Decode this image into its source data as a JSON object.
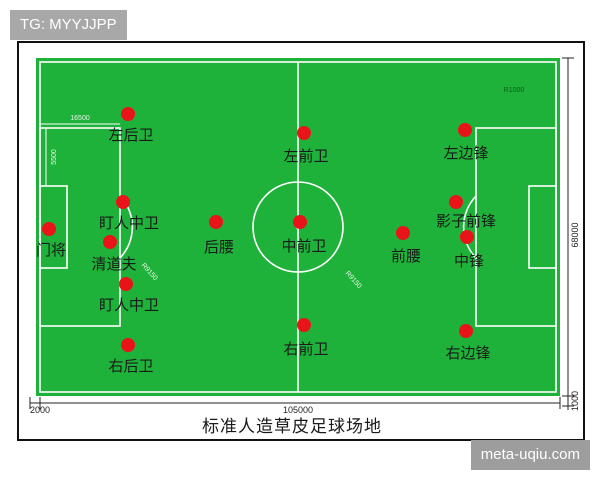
{
  "watermarks": {
    "top_left": "TG: MYYJJPP",
    "bottom_right": "meta-uqiu.com"
  },
  "caption": "标准人造草皮足球场地",
  "dimensions": {
    "total_length": "105000",
    "total_width": "68000",
    "left_offset": "2000",
    "bottom_offset": "1000",
    "penalty_depth": "16500",
    "small_box": "5500",
    "corner_note": "R1000",
    "arc_radius": "R9150",
    "circle_radius": "R9150"
  },
  "players": [
    {
      "role": "goalkeeper",
      "label": "门将"
    },
    {
      "role": "left-back",
      "label": "左后卫"
    },
    {
      "role": "marking-center-back-1",
      "label": "盯人中卫"
    },
    {
      "role": "sweeper",
      "label": "清道夫"
    },
    {
      "role": "marking-center-back-2",
      "label": "盯人中卫"
    },
    {
      "role": "right-back",
      "label": "右后卫"
    },
    {
      "role": "defensive-midfielder",
      "label": "后腰"
    },
    {
      "role": "left-midfielder",
      "label": "左前卫"
    },
    {
      "role": "center-midfielder",
      "label": "中前卫"
    },
    {
      "role": "right-midfielder",
      "label": "右前卫"
    },
    {
      "role": "attacking-midfielder",
      "label": "前腰"
    },
    {
      "role": "left-winger",
      "label": "左边锋"
    },
    {
      "role": "shadow-striker",
      "label": "影子前锋"
    },
    {
      "role": "striker",
      "label": "中锋"
    },
    {
      "role": "right-winger",
      "label": "右边锋"
    }
  ],
  "colors": {
    "pitch": "#1fb23a",
    "line": "#ffffff",
    "player_dot": "#e8141a",
    "label_text": "#1a1a1a",
    "dimension_text": "#222222"
  }
}
